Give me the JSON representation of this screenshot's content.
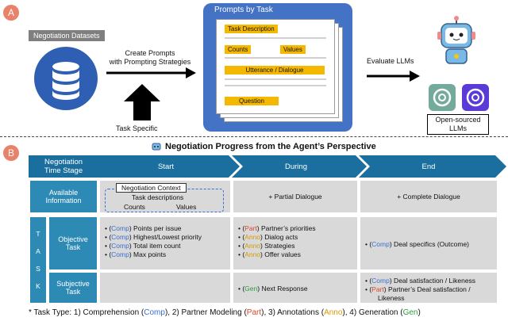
{
  "section_a": {
    "badge": "A",
    "datasets_label": "Negotiation Datasets",
    "create_prompts": [
      "Create Prompts",
      "with Prompting Strategies"
    ],
    "task_specific": "Task Specific",
    "prompts_title": "Prompts by Task",
    "doc_tags": {
      "task_description": "Task Description",
      "counts": "Counts",
      "values": "Values",
      "utterance": "Utterance / Dialogue",
      "question": "Question"
    },
    "evaluate": "Evaluate LLMs",
    "open_sourced": [
      "Open-sourced",
      "LLMs"
    ],
    "icons": [
      "database-icon",
      "robot-icon",
      "openai-icon"
    ]
  },
  "section_b": {
    "badge": "B",
    "title": "Negotiation Progress from the Agent’s Perspective",
    "stage_header": [
      "Negotiation",
      "Time Stage"
    ],
    "stages": [
      "Start",
      "During",
      "End"
    ],
    "available_info_label": [
      "Available",
      "Information"
    ],
    "context_title": "Negotiation Context",
    "context_items": [
      "Task descriptions",
      "Counts",
      "Values"
    ],
    "partial": "+ Partial Dialogue",
    "complete": "+ Complete Dialogue",
    "task_label": "T A S K",
    "objective_label": [
      "Objective",
      "Task"
    ],
    "subjective_label": [
      "Subjective",
      "Task"
    ],
    "objective_start": [
      {
        "tag": "Comp",
        "text": "Points per issue"
      },
      {
        "tag": "Comp",
        "text": "Highest/Lowest priority"
      },
      {
        "tag": "Comp",
        "text": "Total item count"
      },
      {
        "tag": "Comp",
        "text": "Max points"
      }
    ],
    "objective_during": [
      {
        "tag": "Part",
        "text": "Partner’s priorities"
      },
      {
        "tag": "Anno",
        "text": "Dialog acts"
      },
      {
        "tag": "Anno",
        "text": "Strategies"
      },
      {
        "tag": "Anno",
        "text": "Offer values"
      }
    ],
    "objective_end": [
      {
        "tag": "Comp",
        "text": "Deal specifics (Outcome)"
      }
    ],
    "subjective_during": [
      {
        "tag": "Gen",
        "text": "Next Response"
      }
    ],
    "subjective_end": [
      {
        "tag": "Comp",
        "text": "Deal satisfaction / Likeness"
      },
      {
        "tag": "Part",
        "text": "Partner’s Deal satisfaction / Likeness"
      }
    ],
    "footnote": {
      "prefix": "* Task Type: 1) Comprehension (",
      "comp": "Comp",
      "mid1": "), 2) Partner Modeling (",
      "part": "Part",
      "mid2": "), 3) Annotations (",
      "anno": "Anno",
      "mid3": "), 4) Generation (",
      "gen": "Gen",
      "suffix": ")"
    }
  }
}
